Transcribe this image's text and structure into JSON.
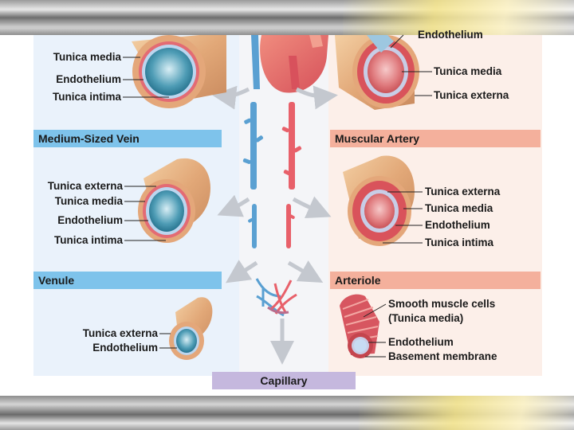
{
  "top_partial_label": "Endothelium",
  "headings": {
    "medium_vein": "Medium-Sized Vein",
    "muscular_artery": "Muscular Artery",
    "venule": "Venule",
    "arteriole": "Arteriole",
    "capillary": "Capillary"
  },
  "large_vein_labels": [
    "Tunica media",
    "Endothelium",
    "Tunica intima"
  ],
  "elastic_artery_labels": [
    "Tunica media",
    "Tunica externa"
  ],
  "medium_vein_labels": [
    "Tunica externa",
    "Tunica media",
    "Endothelium",
    "Tunica intima"
  ],
  "muscular_artery_labels": [
    "Tunica externa",
    "Tunica media",
    "Endothelium",
    "Tunica intima"
  ],
  "venule_labels": [
    "Tunica externa",
    "Endothelium"
  ],
  "arteriole_labels": [
    "Smooth muscle cells",
    "(Tunica media)",
    "Endothelium",
    "Basement membrane"
  ],
  "colors": {
    "vein_blue": "#5aa0d2",
    "artery_red": "#e8606a",
    "vein_bar": "#7ec3eb",
    "artery_bar": "#f4b09c",
    "capillary_bar": "#c5b8de"
  }
}
